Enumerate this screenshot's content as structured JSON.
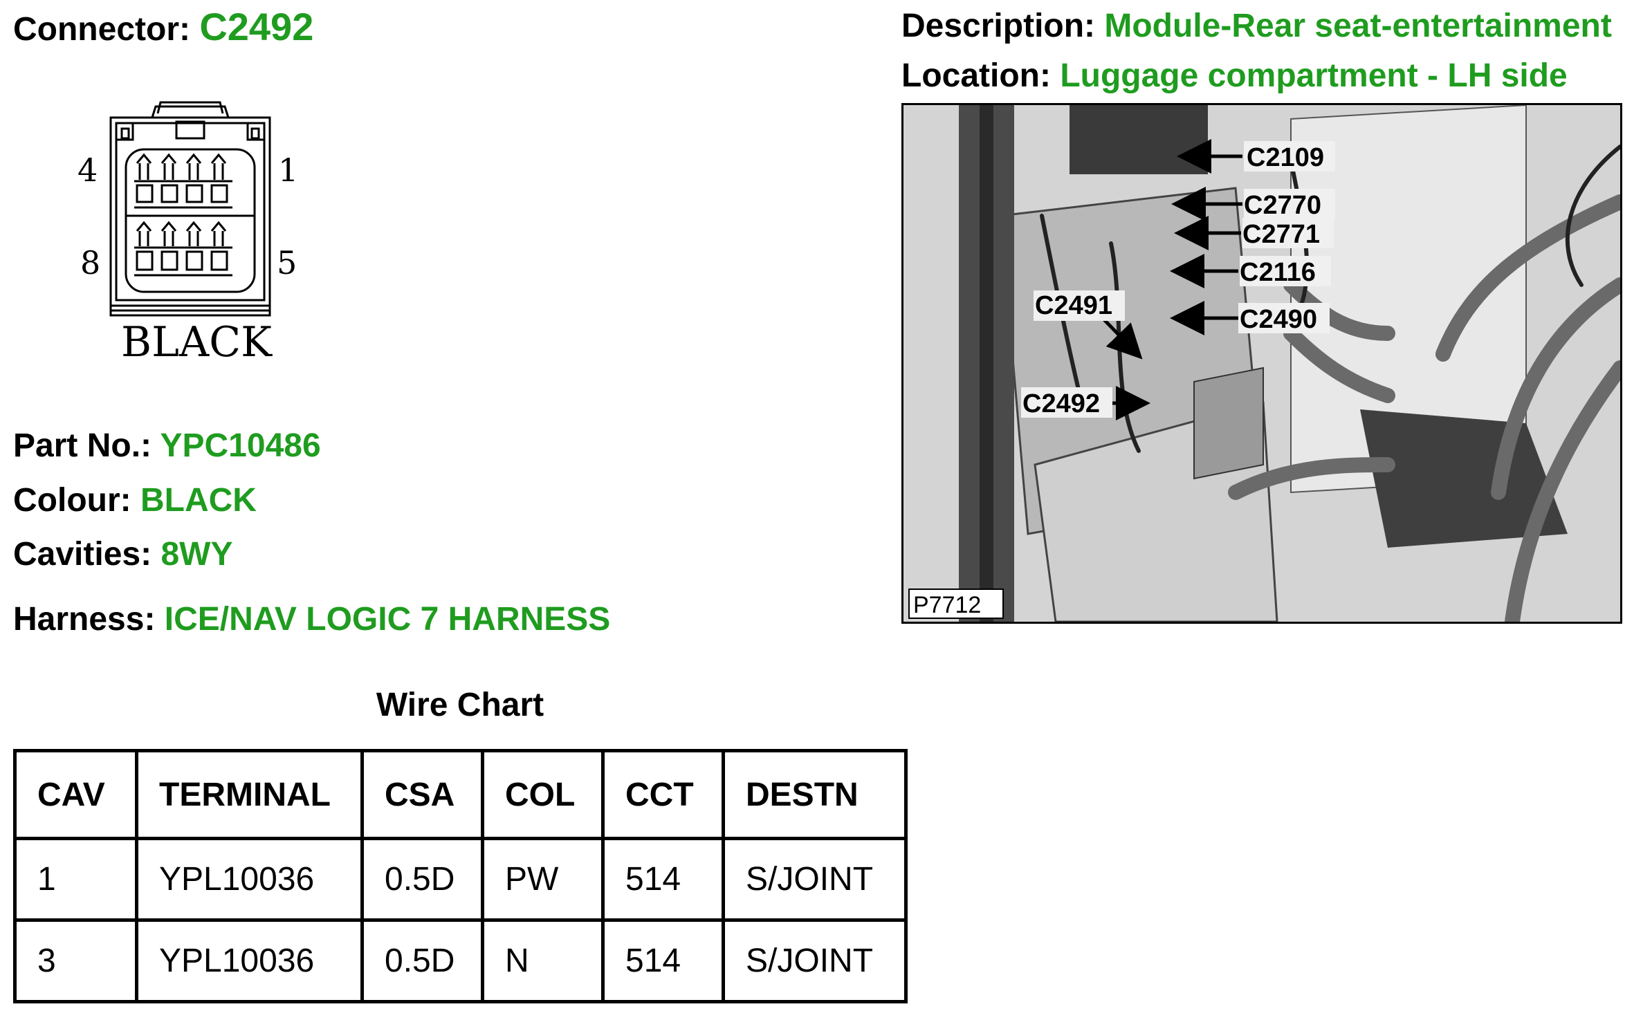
{
  "connector": {
    "label": "Connector:",
    "code": "C2492",
    "color_label": "BLACK",
    "pin_labels": {
      "top_left": "4",
      "top_right": "1",
      "bottom_left": "8",
      "bottom_right": "5"
    }
  },
  "description": {
    "label": "Description:",
    "value": "Module-Rear seat-entertainment"
  },
  "location": {
    "label": "Location:",
    "value": "Luggage compartment - LH side"
  },
  "part_no": {
    "label": "Part No.:",
    "value": "YPC10486"
  },
  "colour": {
    "label": "Colour:",
    "value": "BLACK"
  },
  "cavities": {
    "label": "Cavities:",
    "value": "8WY"
  },
  "harness": {
    "label": "Harness:",
    "value": "ICE/NAV LOGIC 7 HARNESS"
  },
  "photo": {
    "reference": "P7712",
    "callouts": [
      "C2109",
      "C2770",
      "C2771",
      "C2116",
      "C2490",
      "C2491",
      "C2492"
    ]
  },
  "wire_chart": {
    "title": "Wire Chart",
    "headers": [
      "CAV",
      "TERMINAL",
      "CSA",
      "COL",
      "CCT",
      "DESTN"
    ],
    "rows": [
      [
        "1",
        "YPL10036",
        "0.5D",
        "PW",
        "514",
        "S/JOINT"
      ],
      [
        "3",
        "YPL10036",
        "0.5D",
        "N",
        "514",
        "S/JOINT"
      ]
    ]
  },
  "colors": {
    "value_green": "#1f9c1f",
    "text": "#000000"
  }
}
